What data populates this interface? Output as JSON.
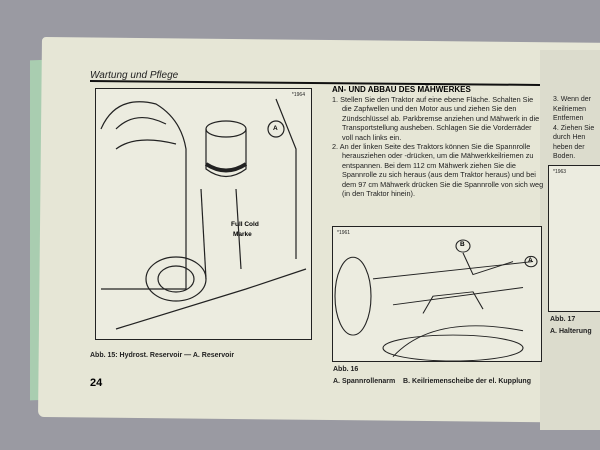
{
  "header": "Wartung und Pflege",
  "page_number": "24",
  "figure15": {
    "id": "*1964",
    "callout": "A",
    "label_line1": "Full Cold",
    "label_line2": "Marke",
    "caption": "Abb. 15: Hydrost. Reservoir — A. Reservoir"
  },
  "section": {
    "title": "AN- UND ABBAU DES MÄHWERKES",
    "items": [
      "1. Stellen Sie den Traktor auf eine ebene Fläche. Schalten Sie die Zapfwellen und den Motor aus und ziehen Sie den Zündschlüssel ab. Parkbremse anziehen und Mähwerk in die Transportstellung ausheben. Schlagen Sie die Vorderräder voll nach links ein.",
      "2. An der linken Seite des Traktors können Sie die Spannrolle herausziehen oder -drücken, um die Mähwerkkeilriemen zu entspannen. Bei dem 112 cm Mähwerk ziehen Sie die Spannrolle zu sich heraus (aus dem Traktor heraus) und bei dem 97 cm Mähwerk drücken Sie die Spannrolle von sich weg (in den Traktor hinein)."
    ]
  },
  "figure16": {
    "id": "*1961",
    "callout_a": "A",
    "callout_b": "B",
    "caption": "Abb. 16",
    "legend": "A. Spannrollenarm    B. Keilriemenscheibe der el. Kupplung"
  },
  "right_page": {
    "lines": [
      "3. Wenn der",
      "Keilriemen",
      "Entfernen",
      "4. Ziehen Sie",
      "durch Hen",
      "heben der",
      "Boden."
    ],
    "figure_id": "*1963",
    "caption": "Abb. 17",
    "legend": "A. Halterung"
  }
}
